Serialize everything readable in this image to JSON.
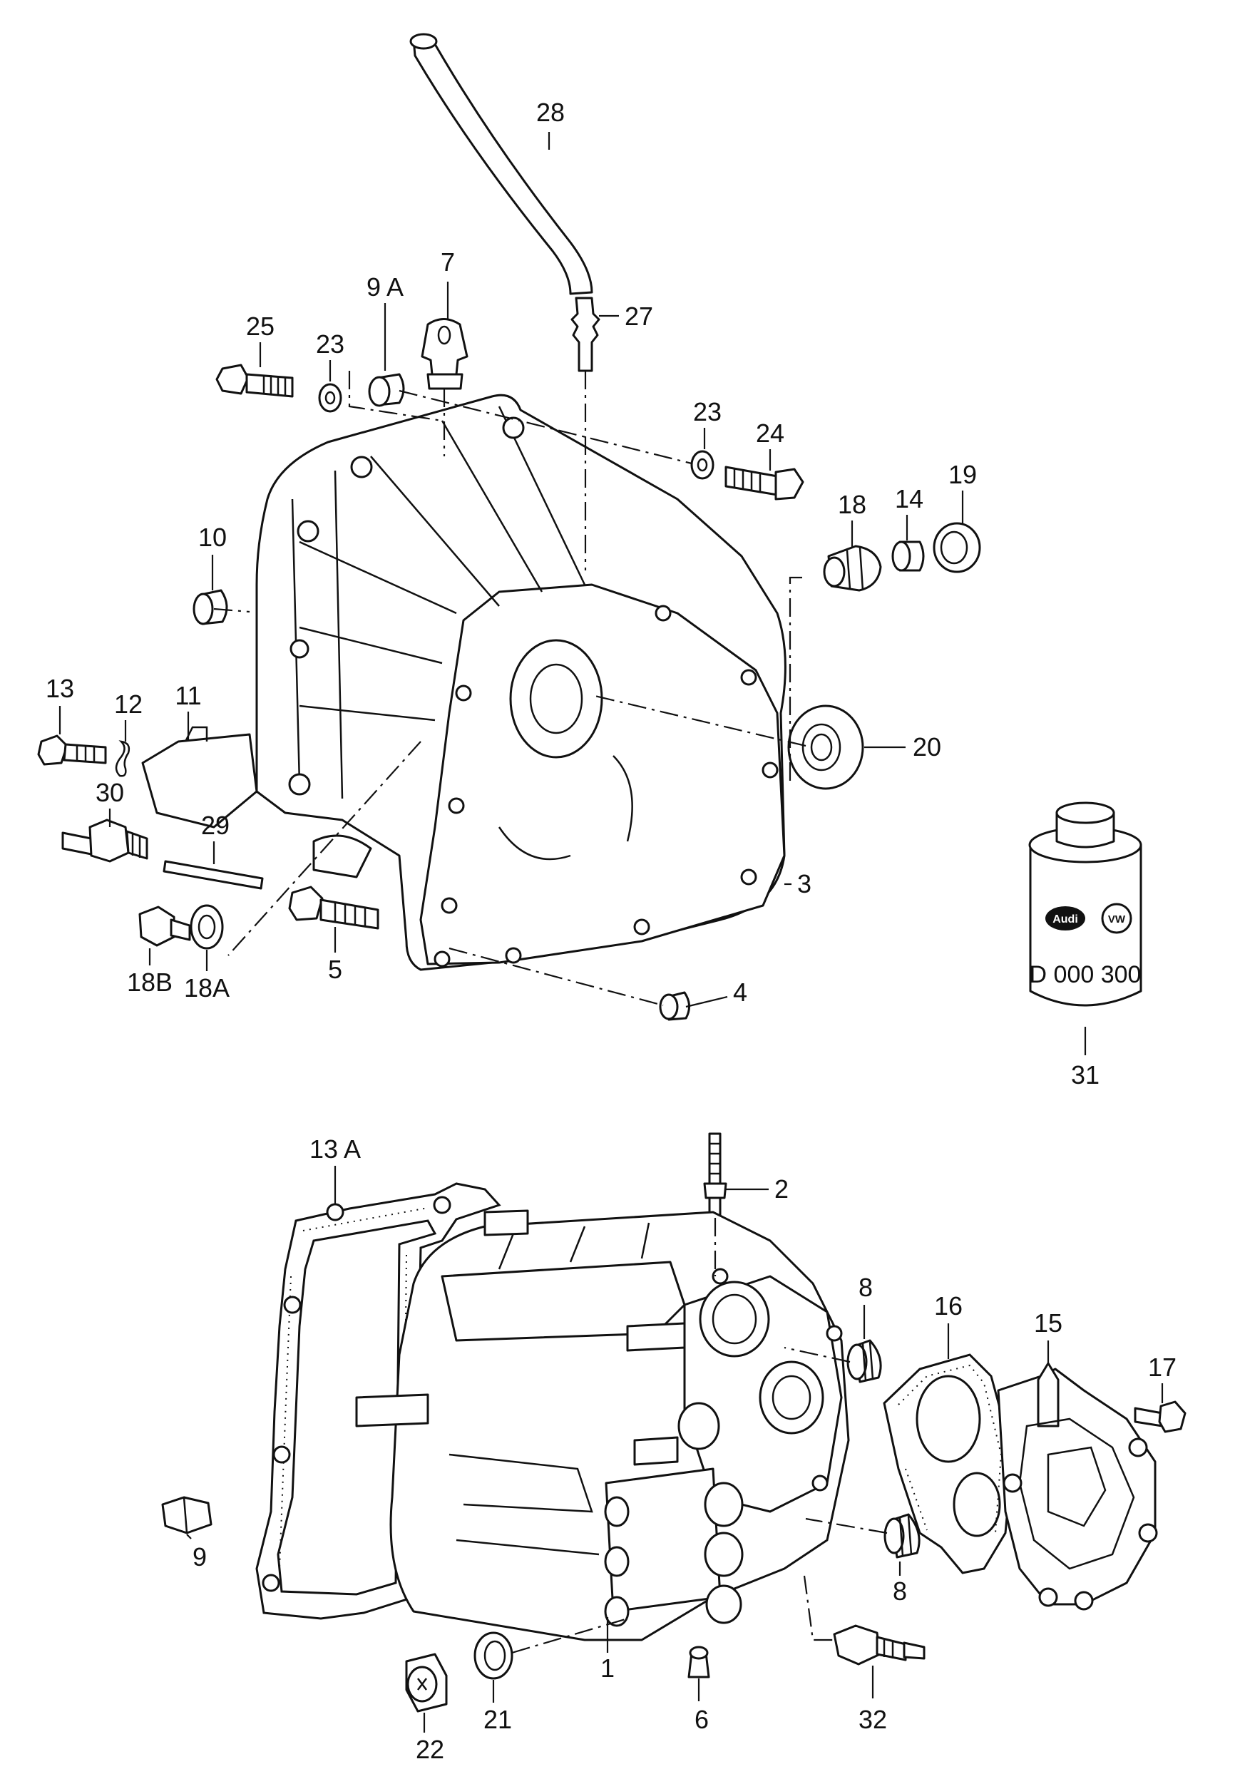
{
  "callouts": {
    "c28": "28",
    "c27": "27",
    "c7": "7",
    "c9a": "9 A",
    "c25": "25",
    "c23a": "23",
    "c23b": "23",
    "c24": "24",
    "c18": "18",
    "c14": "14",
    "c19": "19",
    "c10": "10",
    "c13": "13",
    "c12": "12",
    "c11": "11",
    "c20": "20",
    "c30": "30",
    "c29": "29",
    "c3": "3",
    "c18b": "18B",
    "c18a": "18A",
    "c5": "5",
    "c4": "4",
    "c31": "31",
    "c13a": "13 A",
    "c2": "2",
    "c8a": "8",
    "c16": "16",
    "c15": "15",
    "c17": "17",
    "c9": "9",
    "c8b": "8",
    "c1": "1",
    "c22": "22",
    "c21": "21",
    "c6": "6",
    "c32": "32"
  },
  "oil_can": {
    "brand_left": "Audi",
    "brand_right": "VW",
    "part_number": "D 000 300"
  }
}
